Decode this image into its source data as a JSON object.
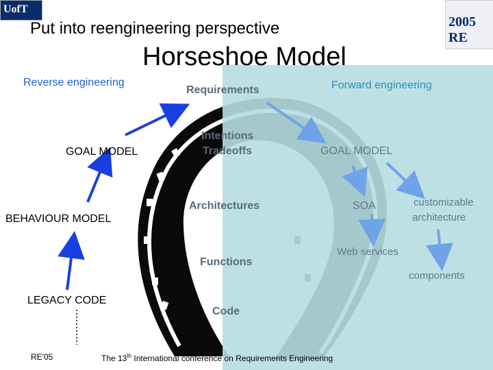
{
  "header": {
    "logo_left_text": "UofT",
    "subtitle": "Put into reengineering perspective",
    "title": "Horseshoe Model",
    "logo_right_text": "2005 RE"
  },
  "left_side": {
    "section_label": "Reverse engineering",
    "goal_model": "GOAL MODEL",
    "behaviour_model": "BEHAVIOUR MODEL",
    "legacy_code": "LEGACY CODE",
    "dots": "……"
  },
  "center": {
    "requirements": "Requirements",
    "intentions": "Intentions",
    "tradeoffs": "Tradeoffs",
    "architectures": "Architectures",
    "functions": "Functions",
    "code": "Code"
  },
  "right_side": {
    "section_label": "Forward engineering",
    "goal_model": "GOAL MODEL",
    "soa": "SOA",
    "customizable_line1": "customizable",
    "customizable_line2": "architecture",
    "web_services": "Web services",
    "components": "components"
  },
  "footer": {
    "left": "RE'05",
    "center_pre": "The 13",
    "center_sup": "th",
    "center_post": " International conference on Requirements Engineering"
  },
  "colors": {
    "arrow_blue": "#1a3fe0",
    "arrow_light": "#6fa3e8",
    "overlay": "#b6dde2"
  }
}
